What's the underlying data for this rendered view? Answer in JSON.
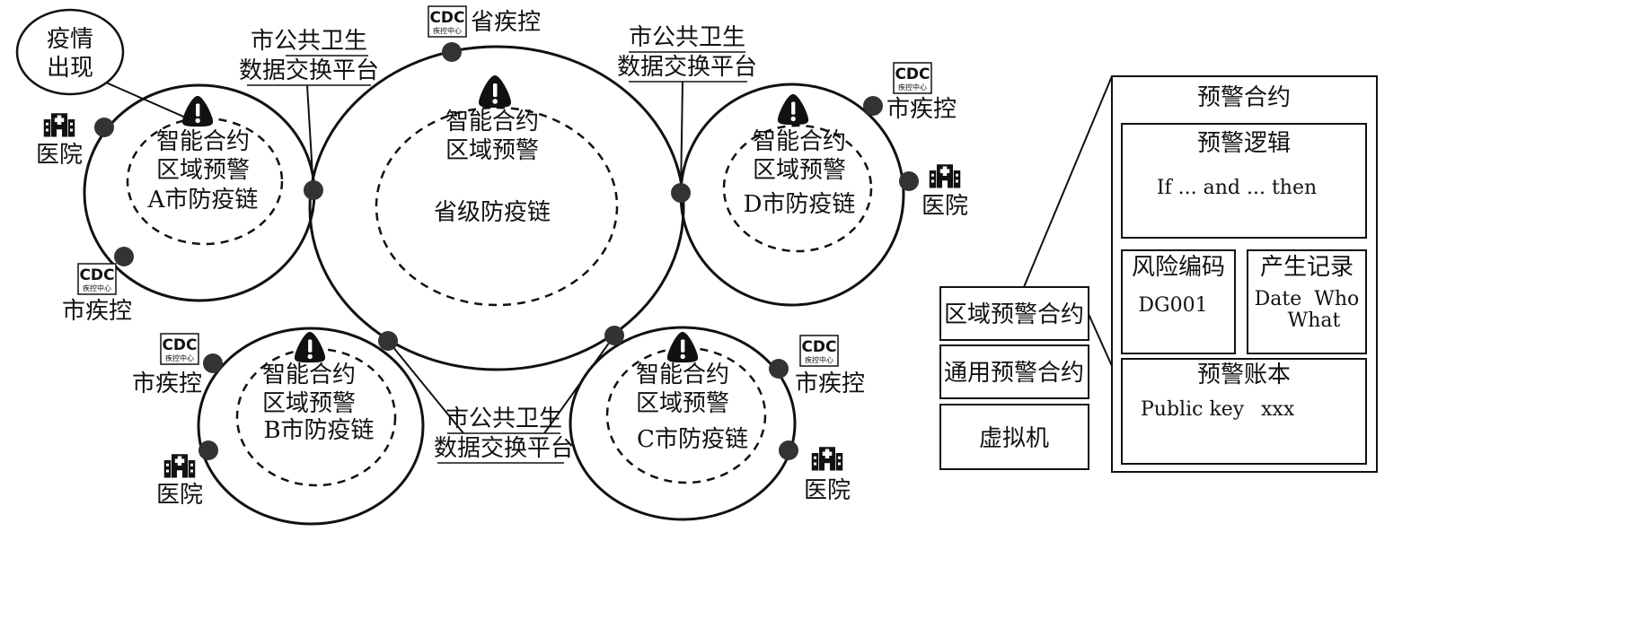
{
  "outbreak_bubble": [
    "疫情",
    "出现"
  ],
  "exchange_platform": {
    "line1": "市公共卫生",
    "line2": "数据交换平台"
  },
  "contract_lines": {
    "line1": "智能合约",
    "line2": "区域预警"
  },
  "chains": {
    "province": "省级防疫链",
    "a": "A市防疫链",
    "b": "B市防疫链",
    "c": "C市防疫链",
    "d": "D市防疫链"
  },
  "nodes": {
    "hospital": "医院",
    "city_cdc": "市疾控",
    "province_cdc": "省疾控"
  },
  "cdc_icon": {
    "top": "CDC",
    "bottom": "疾控中心"
  },
  "contract_stack": {
    "regional": "区域预警合约",
    "general": "通用预警合约",
    "vm": "虚拟机"
  },
  "warning_contract": {
    "title": "预警合约",
    "logic_title": "预警逻辑",
    "logic_body": "If ... and ... then",
    "risk_title": "风险编码",
    "risk_value": "DG001",
    "record_title": "产生记录",
    "record_line1": "Date  Who",
    "record_line2": "What",
    "ledger_title": "预警账本",
    "ledger_key": "Public key",
    "ledger_value": "xxx"
  },
  "icons": [
    "warning-icon",
    "hospital-icon",
    "cdc-icon"
  ]
}
